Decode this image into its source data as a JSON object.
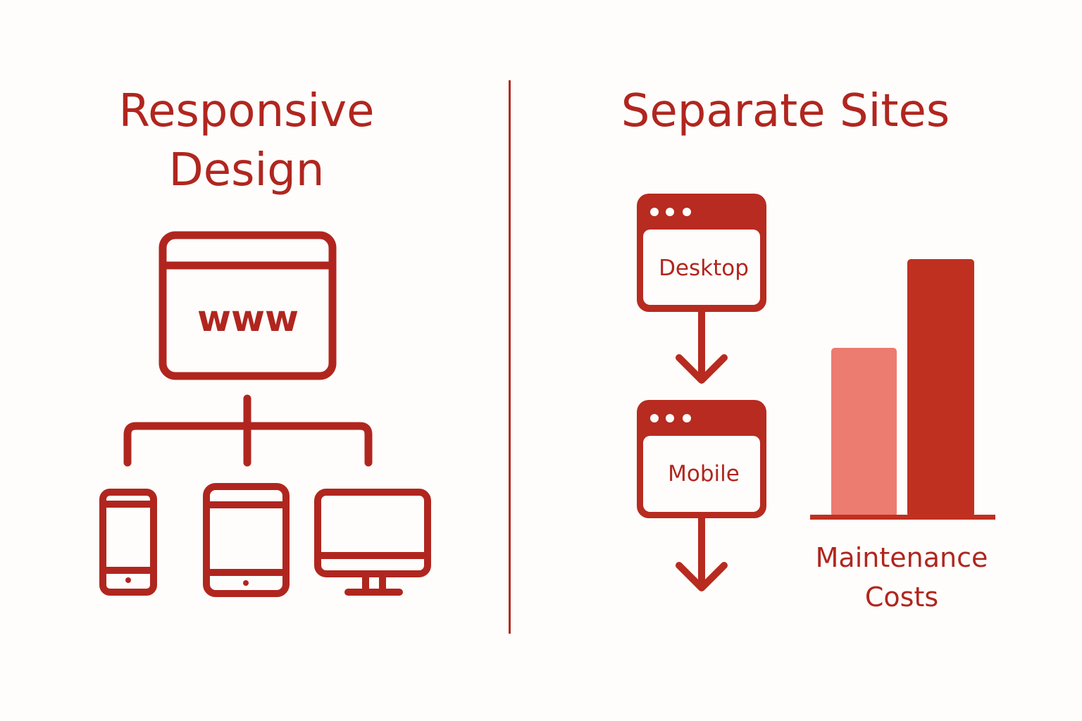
{
  "colors": {
    "primary": "#b0261f",
    "bar_light": "#ec7b70",
    "bar_dark": "#c03020",
    "background": "#fefdfb"
  },
  "left": {
    "title_line1": "Responsive",
    "title_line2": "Design",
    "browser_text": "www",
    "devices": [
      "phone-icon",
      "tablet-icon",
      "monitor-icon"
    ]
  },
  "right": {
    "title": "Separate Sites",
    "sites": [
      {
        "label": "Desktop"
      },
      {
        "label": "Mobile"
      }
    ],
    "chart_label_line1": "Maintenance",
    "chart_label_line2": "Costs"
  },
  "chart_data": {
    "type": "bar",
    "title": "Maintenance Costs",
    "categories": [
      "Responsive Design",
      "Separate Sites"
    ],
    "values": [
      45,
      72
    ],
    "colors": [
      "#ec7b70",
      "#c03020"
    ],
    "xlabel": "Maintenance Costs",
    "ylabel": "",
    "ylim": [
      0,
      80
    ],
    "grid": false,
    "legend": "none"
  }
}
